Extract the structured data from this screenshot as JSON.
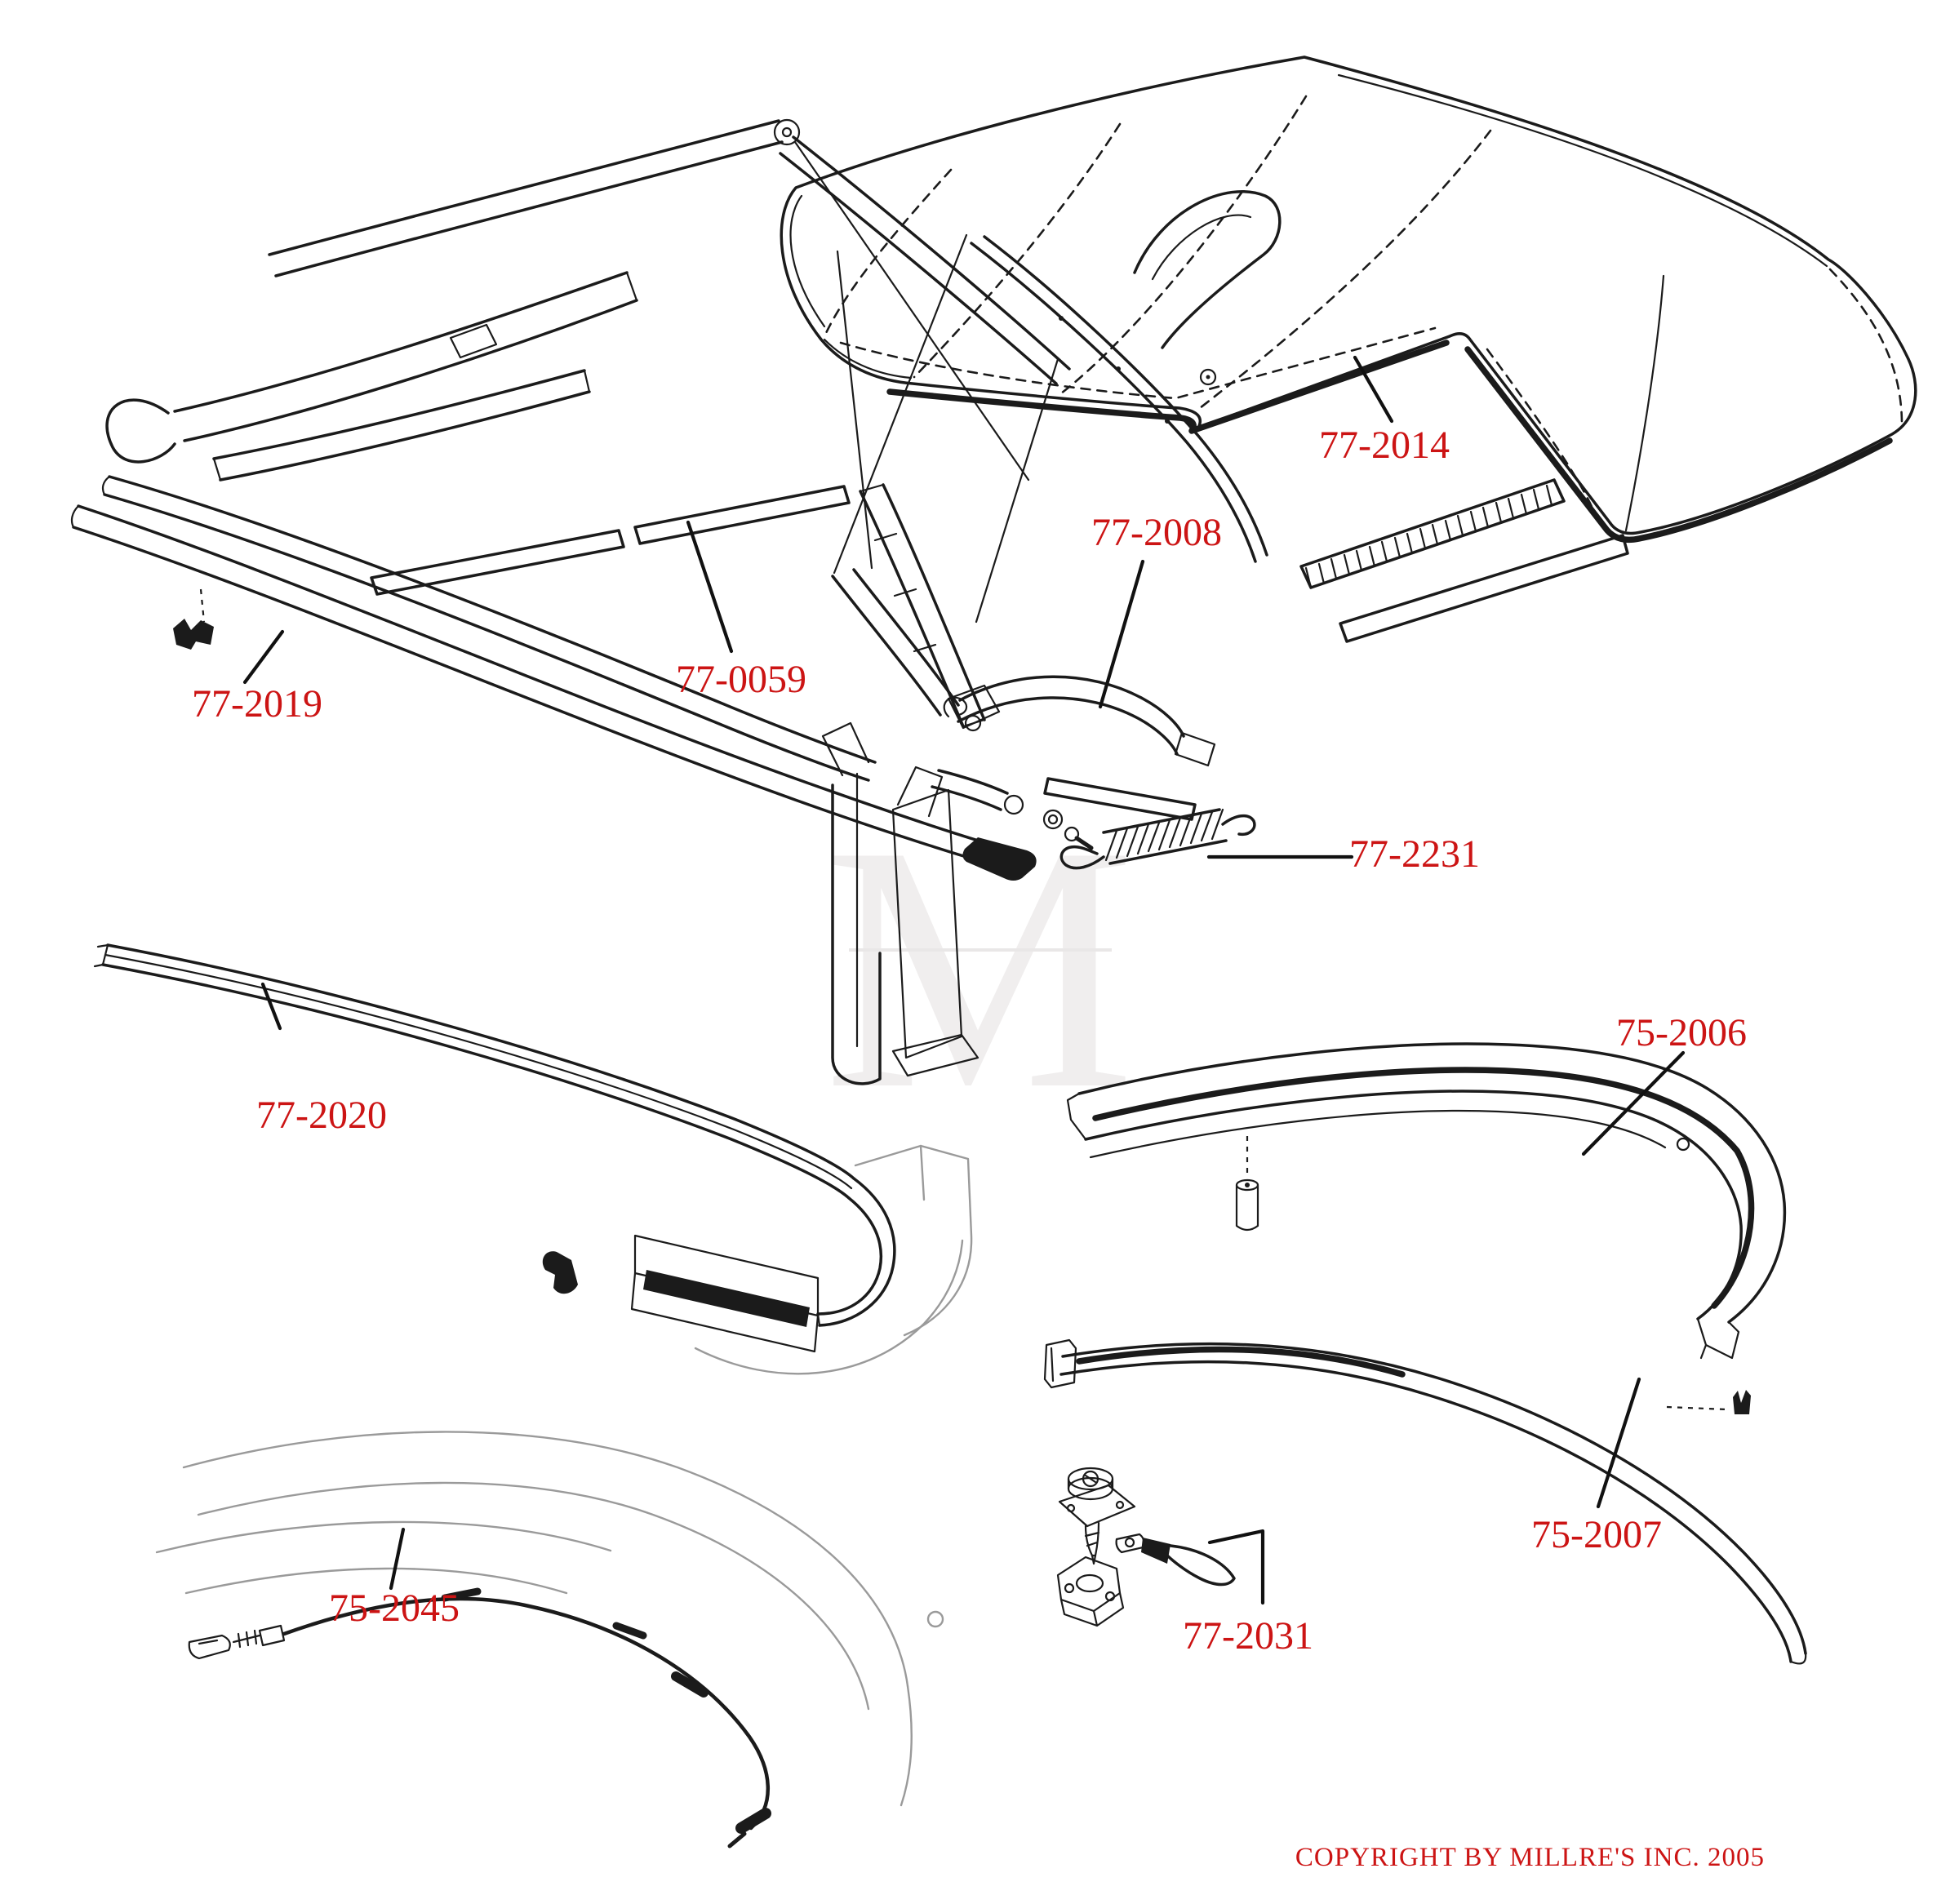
{
  "colors": {
    "label_red": "#cc1414",
    "line_black": "#1b1b1b",
    "ghost_gray": "#9a9a9a",
    "watermark_gray": "#f0eeee",
    "background": "#ffffff"
  },
  "watermark": {
    "letter": "M"
  },
  "parts": [
    {
      "label": "77-2014"
    },
    {
      "label": "77-2008"
    },
    {
      "label": "77-0059"
    },
    {
      "label": "77-2019"
    },
    {
      "label": "77-2231"
    },
    {
      "label": "77-2020"
    },
    {
      "label": "75-2006"
    },
    {
      "label": "75-2007"
    },
    {
      "label": "75-2045"
    },
    {
      "label": "77-2031"
    }
  ],
  "footer": {
    "copyright": "COPYRIGHT BY MILLRE'S INC. 2005"
  }
}
